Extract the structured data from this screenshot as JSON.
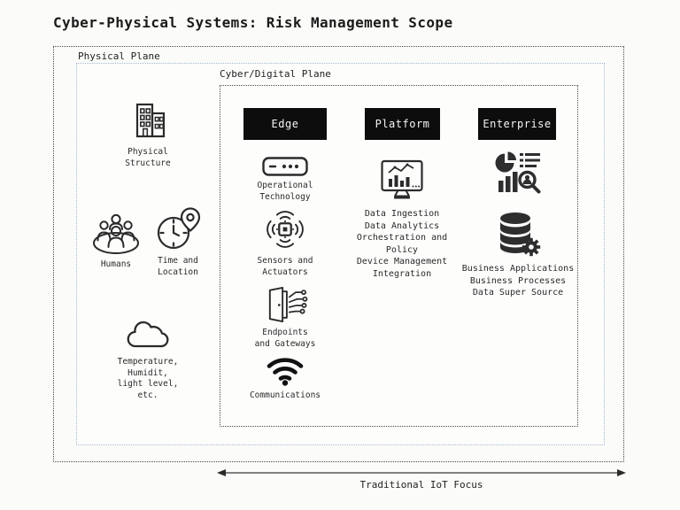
{
  "title": "Cyber-Physical Systems: Risk Management Scope",
  "physical_plane": {
    "label": "Physical Plane",
    "items": [
      {
        "icon": "buildings-icon",
        "label": "Physical\nStructure"
      },
      {
        "icon": "humans-icon",
        "label": "Humans"
      },
      {
        "icon": "time-location-icon",
        "label": "Time and\nLocation"
      },
      {
        "icon": "cloud-icon",
        "label": "Temperature,\nHumidit,\nlight level,\netc."
      }
    ]
  },
  "cyber_plane": {
    "label": "Cyber/Digital Plane",
    "columns": [
      {
        "header": "Edge",
        "items": [
          {
            "icon": "operational-technology-icon",
            "label": "Operational\nTechnology"
          },
          {
            "icon": "sensors-actuators-icon",
            "label": "Sensors and\nActuators"
          },
          {
            "icon": "endpoints-gateways-icon",
            "label": "Endpoints\nand Gateways"
          },
          {
            "icon": "communications-wifi-icon",
            "label": "Communications"
          }
        ]
      },
      {
        "header": "Platform",
        "items": [
          {
            "icon": "monitor-chart-icon",
            "label": "Data Ingestion\nData Analytics\nOrchestration and\nPolicy\nDevice Management\nIntegration"
          }
        ]
      },
      {
        "header": "Enterprise",
        "items": [
          {
            "icon": "business-analytics-icon",
            "label": ""
          },
          {
            "icon": "database-gear-icon",
            "label": "Business Applications\nBusiness Processes\nData Super Source"
          }
        ]
      }
    ]
  },
  "footer": {
    "arrow_label": "Traditional IoT Focus"
  },
  "colors": {
    "background": "#fbfbf9",
    "box_border": "#4a4a4a",
    "inner_boundary_border": "#a3b6d6",
    "header_background": "#0d0d0d",
    "header_text": "#f5f5f5",
    "icon": "#2b2b2b",
    "text": "#2a2a2a"
  }
}
